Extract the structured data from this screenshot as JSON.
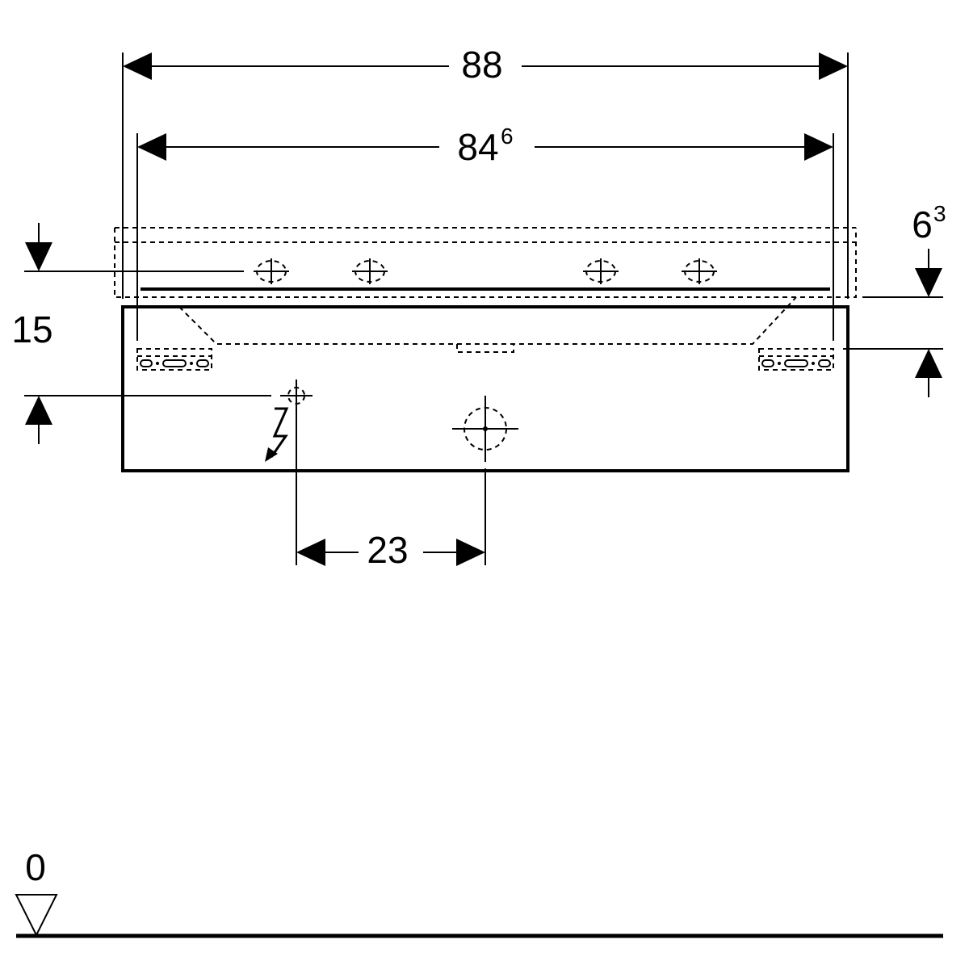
{
  "dimensions": {
    "overall_width": {
      "value": "88"
    },
    "inner_width": {
      "base": "84",
      "sup": "6"
    },
    "height_offset": {
      "value": "15"
    },
    "fixing_depth": {
      "base": "6",
      "sup": "3"
    },
    "pipe_offset": {
      "value": "23"
    }
  },
  "floor_level": {
    "label": "0"
  },
  "icons": {
    "electrical": "lightning-bolt-icon",
    "floor_marker": "level-triangle-icon"
  }
}
